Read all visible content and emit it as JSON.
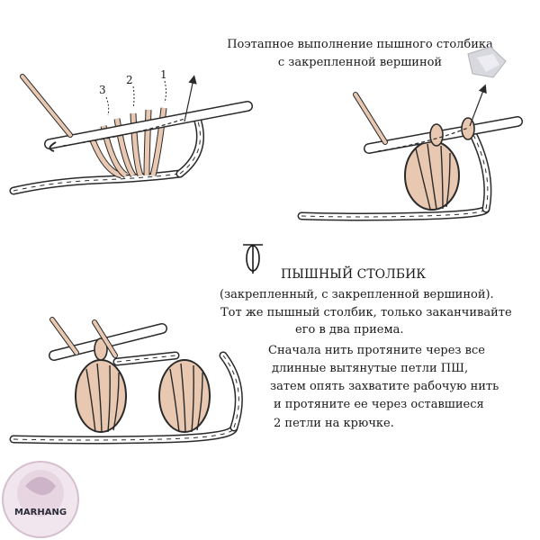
{
  "title": {
    "line1": "Поэтапное выполнение пышного столбика",
    "line2": "с закрепленной вершиной"
  },
  "step_numbers": [
    "3",
    "2",
    "1"
  ],
  "stitch_name": "ПЫШНЫЙ СТОЛБИК",
  "description": [
    "(закрепленный, с закрепленной вершиной).",
    "Тот же пышный столбик, только заканчивайте",
    "его в два приема.",
    "Сначала нить протяните через все",
    "длинные вытянутые петли ПШ,",
    "затем опять захватите рабочую нить",
    "и протяните ее через оставшиеся",
    "2 петли на крючке."
  ],
  "watermark": "MARHANG",
  "colors": {
    "yarn": "#e8c8b0",
    "outline": "#2a2a2a",
    "hook": "#ffffff"
  }
}
